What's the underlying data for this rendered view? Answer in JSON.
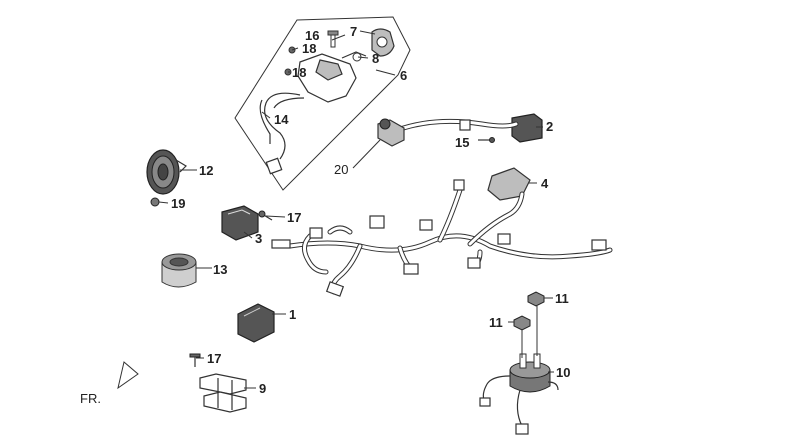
{
  "callouts": {
    "c1": "1",
    "c2": "2",
    "c3": "3",
    "c4": "4",
    "c6": "6",
    "c7": "7",
    "c8": "8",
    "c9": "9",
    "c10": "10",
    "c11a": "11",
    "c11b": "11",
    "c12": "12",
    "c13": "13",
    "c14": "14",
    "c15": "15",
    "c16": "16",
    "c17a": "17",
    "c17b": "17",
    "c18a": "18",
    "c18b": "18",
    "c19": "19",
    "c20": "20"
  },
  "direction": {
    "label": "FR."
  }
}
